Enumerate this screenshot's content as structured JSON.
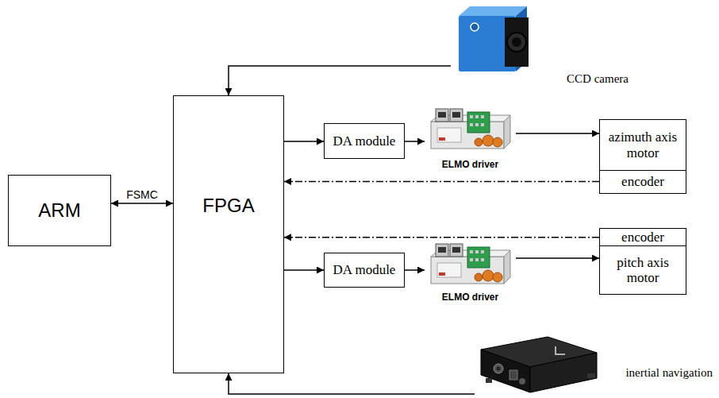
{
  "diagram": {
    "nodes": [
      {
        "text": [
          "CCD camera"
        ]
      },
      {
        "text": [
          "ARM"
        ]
      },
      {
        "text": [
          "FPGA"
        ]
      },
      {
        "text": [
          "DA module"
        ]
      },
      {
        "text": [
          "ELMO driver"
        ]
      },
      {
        "text": [
          "azimuth axis motor"
        ]
      },
      {
        "text": [
          "encoder"
        ]
      },
      {
        "text": [
          "encoder"
        ]
      },
      {
        "text": [
          "pitch axis motor"
        ]
      },
      {
        "text": [
          "DA module"
        ]
      },
      {
        "text": [
          "ELMO driver"
        ]
      },
      {
        "text": [
          "inertial navigation"
        ]
      }
    ],
    "edges": [
      {
        "from": 0,
        "to": 2,
        "arrow": "to"
      },
      {
        "from": 1,
        "to": 2,
        "label": "FSMC",
        "arrow": "both"
      },
      {
        "from": 2,
        "to": 3,
        "arrow": "to"
      },
      {
        "from": 3,
        "to": 4,
        "arrow": "to"
      },
      {
        "from": 4,
        "to": 5,
        "arrow": "to"
      },
      {
        "from": 6,
        "to": 2,
        "arrow": "to"
      },
      {
        "from": 7,
        "to": 2,
        "arrow": "to"
      },
      {
        "from": 2,
        "to": 9,
        "arrow": "to"
      },
      {
        "from": 9,
        "to": 10,
        "arrow": "to"
      },
      {
        "from": 10,
        "to": 8,
        "arrow": "to"
      },
      {
        "from": 11,
        "to": 2,
        "arrow": "to"
      }
    ]
  }
}
